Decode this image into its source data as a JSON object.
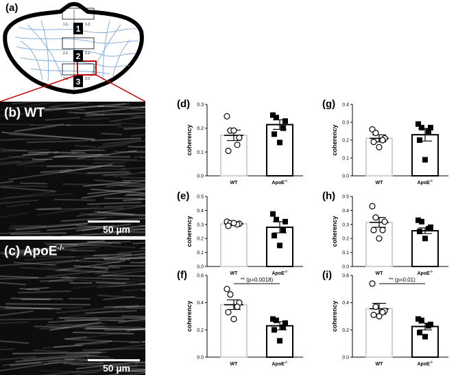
{
  "panel_a": {
    "label": "(a)",
    "boxes": [
      {
        "num": "1",
        "left": "1.1.",
        "right": "1.2."
      },
      {
        "num": "2",
        "left": "2.1.",
        "right": "2.2."
      },
      {
        "num": "3",
        "left": "3.1.",
        "right": "3.2."
      }
    ]
  },
  "panel_b": {
    "label": "(b)",
    "title": "WT",
    "scale": "50 µm"
  },
  "panel_c": {
    "label": "(c)",
    "title": "ApoE",
    "title_sup": "-/-",
    "scale": "50 µm"
  },
  "colors": {
    "wt_bar": "#d0d0d0",
    "apoe_bar": "#000000",
    "fiber": "#6d9bd1",
    "highlight": "#c00000"
  },
  "chart_data": [
    {
      "id": "d",
      "label": "(d)",
      "type": "bar",
      "ylabel": "coherency",
      "ylim": [
        0,
        0.3
      ],
      "yticks": [
        "0.0",
        "0.1",
        "0.2",
        "0.3"
      ],
      "categories": [
        "WT",
        "ApoE"
      ],
      "cat_sup": [
        "",
        "-/-"
      ],
      "means": [
        0.17,
        0.215
      ],
      "sem": [
        0.022,
        0.02
      ],
      "points": [
        [
          0.25,
          0.19,
          0.16,
          0.13,
          0.105,
          0.19
        ],
        [
          0.255,
          0.245,
          0.23,
          0.2,
          0.175,
          0.14
        ]
      ],
      "sig": ""
    },
    {
      "id": "e",
      "label": "(e)",
      "type": "bar",
      "ylabel": "coherency",
      "ylim": [
        0,
        0.5
      ],
      "yticks": [
        "0.0",
        "0.1",
        "0.2",
        "0.3",
        "0.4",
        "0.5"
      ],
      "categories": [
        "WT",
        "ApoE"
      ],
      "cat_sup": [
        "",
        "-/-"
      ],
      "means": [
        0.305,
        0.28
      ],
      "sem": [
        0.01,
        0.04
      ],
      "points": [
        [
          0.32,
          0.31,
          0.305,
          0.3,
          0.29,
          0.31
        ],
        [
          0.375,
          0.335,
          0.32,
          0.26,
          0.22,
          0.15
        ]
      ],
      "sig": ""
    },
    {
      "id": "f",
      "label": "(f)",
      "type": "bar",
      "ylabel": "coherency",
      "ylim": [
        0,
        0.6
      ],
      "yticks": [
        "0.0",
        "0.2",
        "0.4",
        "0.6"
      ],
      "categories": [
        "WT",
        "ApoE"
      ],
      "cat_sup": [
        "",
        "-/-"
      ],
      "means": [
        0.385,
        0.23
      ],
      "sem": [
        0.035,
        0.03
      ],
      "points": [
        [
          0.5,
          0.46,
          0.4,
          0.37,
          0.33,
          0.28
        ],
        [
          0.28,
          0.27,
          0.25,
          0.22,
          0.2,
          0.12
        ]
      ],
      "sig": "** (p=0.0018)"
    },
    {
      "id": "g",
      "label": "(g)",
      "type": "bar",
      "ylabel": "coherency",
      "ylim": [
        0,
        0.4
      ],
      "yticks": [
        "0.0",
        "0.1",
        "0.2",
        "0.3",
        "0.4"
      ],
      "categories": [
        "WT",
        "ApoE"
      ],
      "cat_sup": [
        "",
        "-/-"
      ],
      "means": [
        0.21,
        0.23
      ],
      "sem": [
        0.02,
        0.035
      ],
      "points": [
        [
          0.26,
          0.24,
          0.21,
          0.2,
          0.19,
          0.16
        ],
        [
          0.29,
          0.27,
          0.27,
          0.25,
          0.2,
          0.09
        ]
      ],
      "sig": ""
    },
    {
      "id": "h",
      "label": "(h)",
      "type": "bar",
      "ylabel": "coherency",
      "ylim": [
        0,
        0.5
      ],
      "yticks": [
        "0.0",
        "0.1",
        "0.2",
        "0.3",
        "0.4",
        "0.5"
      ],
      "categories": [
        "WT",
        "ApoE"
      ],
      "cat_sup": [
        "",
        "-/-"
      ],
      "means": [
        0.315,
        0.255
      ],
      "sem": [
        0.035,
        0.02
      ],
      "points": [
        [
          0.43,
          0.35,
          0.32,
          0.26,
          0.26,
          0.2
        ],
        [
          0.33,
          0.32,
          0.28,
          0.27,
          0.25,
          0.2
        ]
      ],
      "sig": ""
    },
    {
      "id": "i",
      "label": "(i)",
      "type": "bar",
      "ylabel": "coherency",
      "ylim": [
        0,
        0.6
      ],
      "yticks": [
        "0.0",
        "0.2",
        "0.4",
        "0.6"
      ],
      "categories": [
        "WT",
        "ApoE"
      ],
      "cat_sup": [
        "",
        "-/-"
      ],
      "means": [
        0.355,
        0.225
      ],
      "sem": [
        0.04,
        0.025
      ],
      "points": [
        [
          0.54,
          0.37,
          0.34,
          0.33,
          0.31,
          0.3
        ],
        [
          0.28,
          0.27,
          0.24,
          0.23,
          0.18,
          0.15
        ]
      ],
      "sig": "** (p=0.01)"
    }
  ]
}
